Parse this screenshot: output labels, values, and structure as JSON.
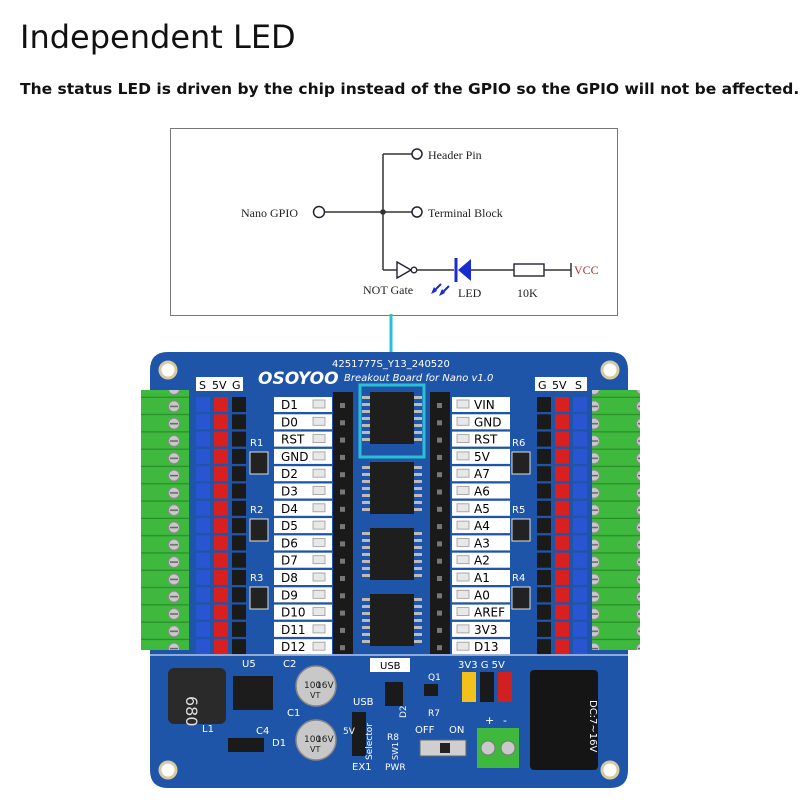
{
  "header": {
    "title": "Independent LED",
    "subtitle": "The status LED is driven by the chip instead of the GPIO so the GPIO will not be affected."
  },
  "schematic": {
    "header_pin": "Header Pin",
    "nano_gpio": "Nano GPIO",
    "terminal_block": "Terminal Block",
    "not_gate": "NOT Gate",
    "led": "LED",
    "resistor": "10K",
    "vcc": "VCC"
  },
  "board": {
    "code": "4251777S_Y13_240520",
    "brand": "OSOYOO",
    "name": "Breakout Board for Nano v1.0",
    "left_header": [
      "S",
      "5V",
      "G"
    ],
    "right_header": [
      "G",
      "5V",
      "S"
    ],
    "left_pins": [
      "D1",
      "D0",
      "RST",
      "GND",
      "D2",
      "D3",
      "D4",
      "D5",
      "D6",
      "D7",
      "D8",
      "D9",
      "D10",
      "D11",
      "D12"
    ],
    "right_pins": [
      "VIN",
      "GND",
      "RST",
      "5V",
      "A7",
      "A6",
      "A5",
      "A4",
      "A3",
      "A2",
      "A1",
      "A0",
      "AREF",
      "3V3",
      "D13"
    ],
    "resistors_left": [
      "R1",
      "R2",
      "R3"
    ],
    "resistors_right": [
      "R6",
      "R5",
      "R4"
    ],
    "usb": "USB",
    "inductor": "680",
    "parts": {
      "u5": "U5",
      "c2": "C2",
      "c1": "C1",
      "l1": "L1",
      "c4": "C4",
      "d1": "D1",
      "d2": "D2",
      "q1": "Q1",
      "r7": "R7",
      "r8": "R8",
      "ex1": "EX1",
      "pwr": "PWR",
      "sw1": "SW1",
      "cap_text_1": "100",
      "cap_text_2": "16V",
      "cap_text_3": "VT",
      "usb_sel": "USB",
      "selector": "Selector",
      "fivev": "5V",
      "off": "OFF",
      "on": "ON",
      "jumper_label": "3V3 G 5V",
      "dc": "DC:7~16V",
      "plus": "+",
      "minus": "-"
    }
  },
  "colors": {
    "pcb": "#1f55a8",
    "callout": "#27c0d4",
    "terminal": "#37b53b",
    "led_blue": "#1a2bd0"
  }
}
